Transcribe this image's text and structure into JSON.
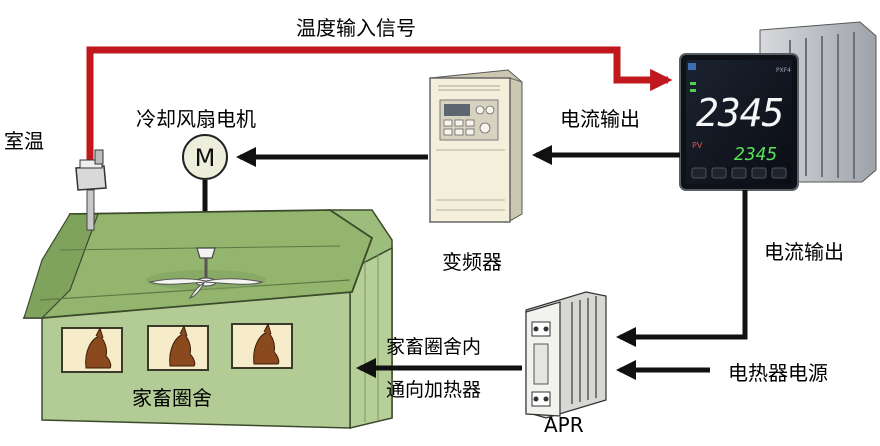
{
  "labels": {
    "temp_signal": "温度输入信号",
    "room_temp": "室温",
    "fan_motor": "冷却风扇电机",
    "motor_letter": "M",
    "current_out_1": "电流输出",
    "current_out_2": "电流输出",
    "inverter": "变频器",
    "heater_line1": "家畜圈舍内",
    "heater_line2": "通向加热器",
    "barn": "家畜圈舍",
    "power": "电热器电源",
    "apr": "APR"
  },
  "controller": {
    "pv": "2345",
    "sv": "2345",
    "brand_text": "PXF4"
  },
  "colors": {
    "signal_line": "#c0181c",
    "barn_roof": "#8fb36a",
    "barn_wall": "#a9c98a",
    "device_body": "#f3efdc"
  }
}
